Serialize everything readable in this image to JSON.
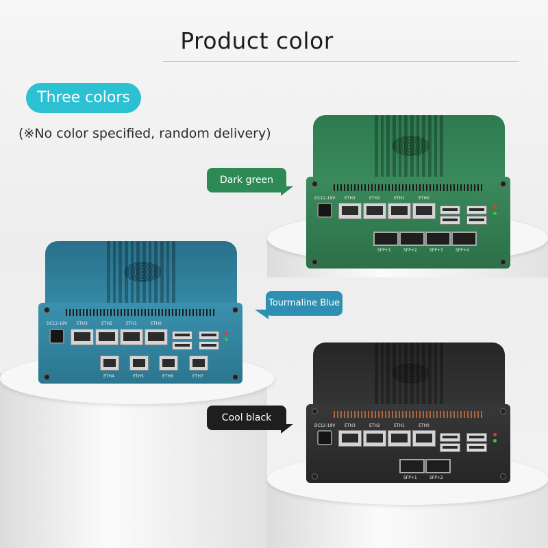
{
  "header": {
    "title": "Product color"
  },
  "badge": {
    "label": "Three colors"
  },
  "note": "(※No color specified, random delivery)",
  "variants": [
    {
      "label": "Dark green",
      "color": "#2f7a52",
      "bubble_color": "#2e8a55"
    },
    {
      "label": "Tourmaline Blue",
      "color": "#2d7f9a",
      "bubble_color": "#2f8fb2"
    },
    {
      "label": "Cool black",
      "color": "#2b2b2b",
      "bubble_color": "#1e1e1e"
    }
  ],
  "device_labels": {
    "dc": "DC12-19V",
    "eth": [
      "ETH3",
      "ETH2",
      "ETH1",
      "ETH0"
    ],
    "eth_bottom": [
      "ETH4",
      "ETH5",
      "ETH6",
      "ETH7"
    ],
    "sfp4": [
      "SFP+1",
      "SFP+2",
      "SFP+3",
      "SFP+4"
    ],
    "sfp2": [
      "SFP+1",
      "SFP+2"
    ]
  },
  "colors": {
    "accent": "#2cc0d3"
  }
}
